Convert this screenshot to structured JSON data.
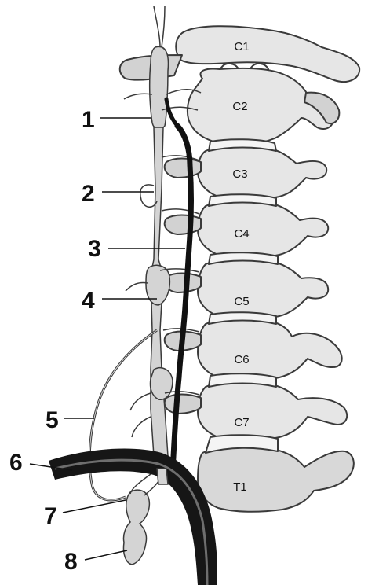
{
  "diagram": {
    "vertebrae": [
      "C1",
      "C2",
      "C3",
      "C4",
      "C5",
      "C6",
      "C7",
      "T1"
    ],
    "callouts": [
      "1",
      "2",
      "3",
      "4",
      "5",
      "6",
      "7",
      "8"
    ]
  },
  "colors": {
    "bone": "#e6e6e6",
    "bone_shadow": "#bdbdbd",
    "outline": "#3a3a3a",
    "nerve": "#d4d4d4",
    "artery": "#111111"
  }
}
